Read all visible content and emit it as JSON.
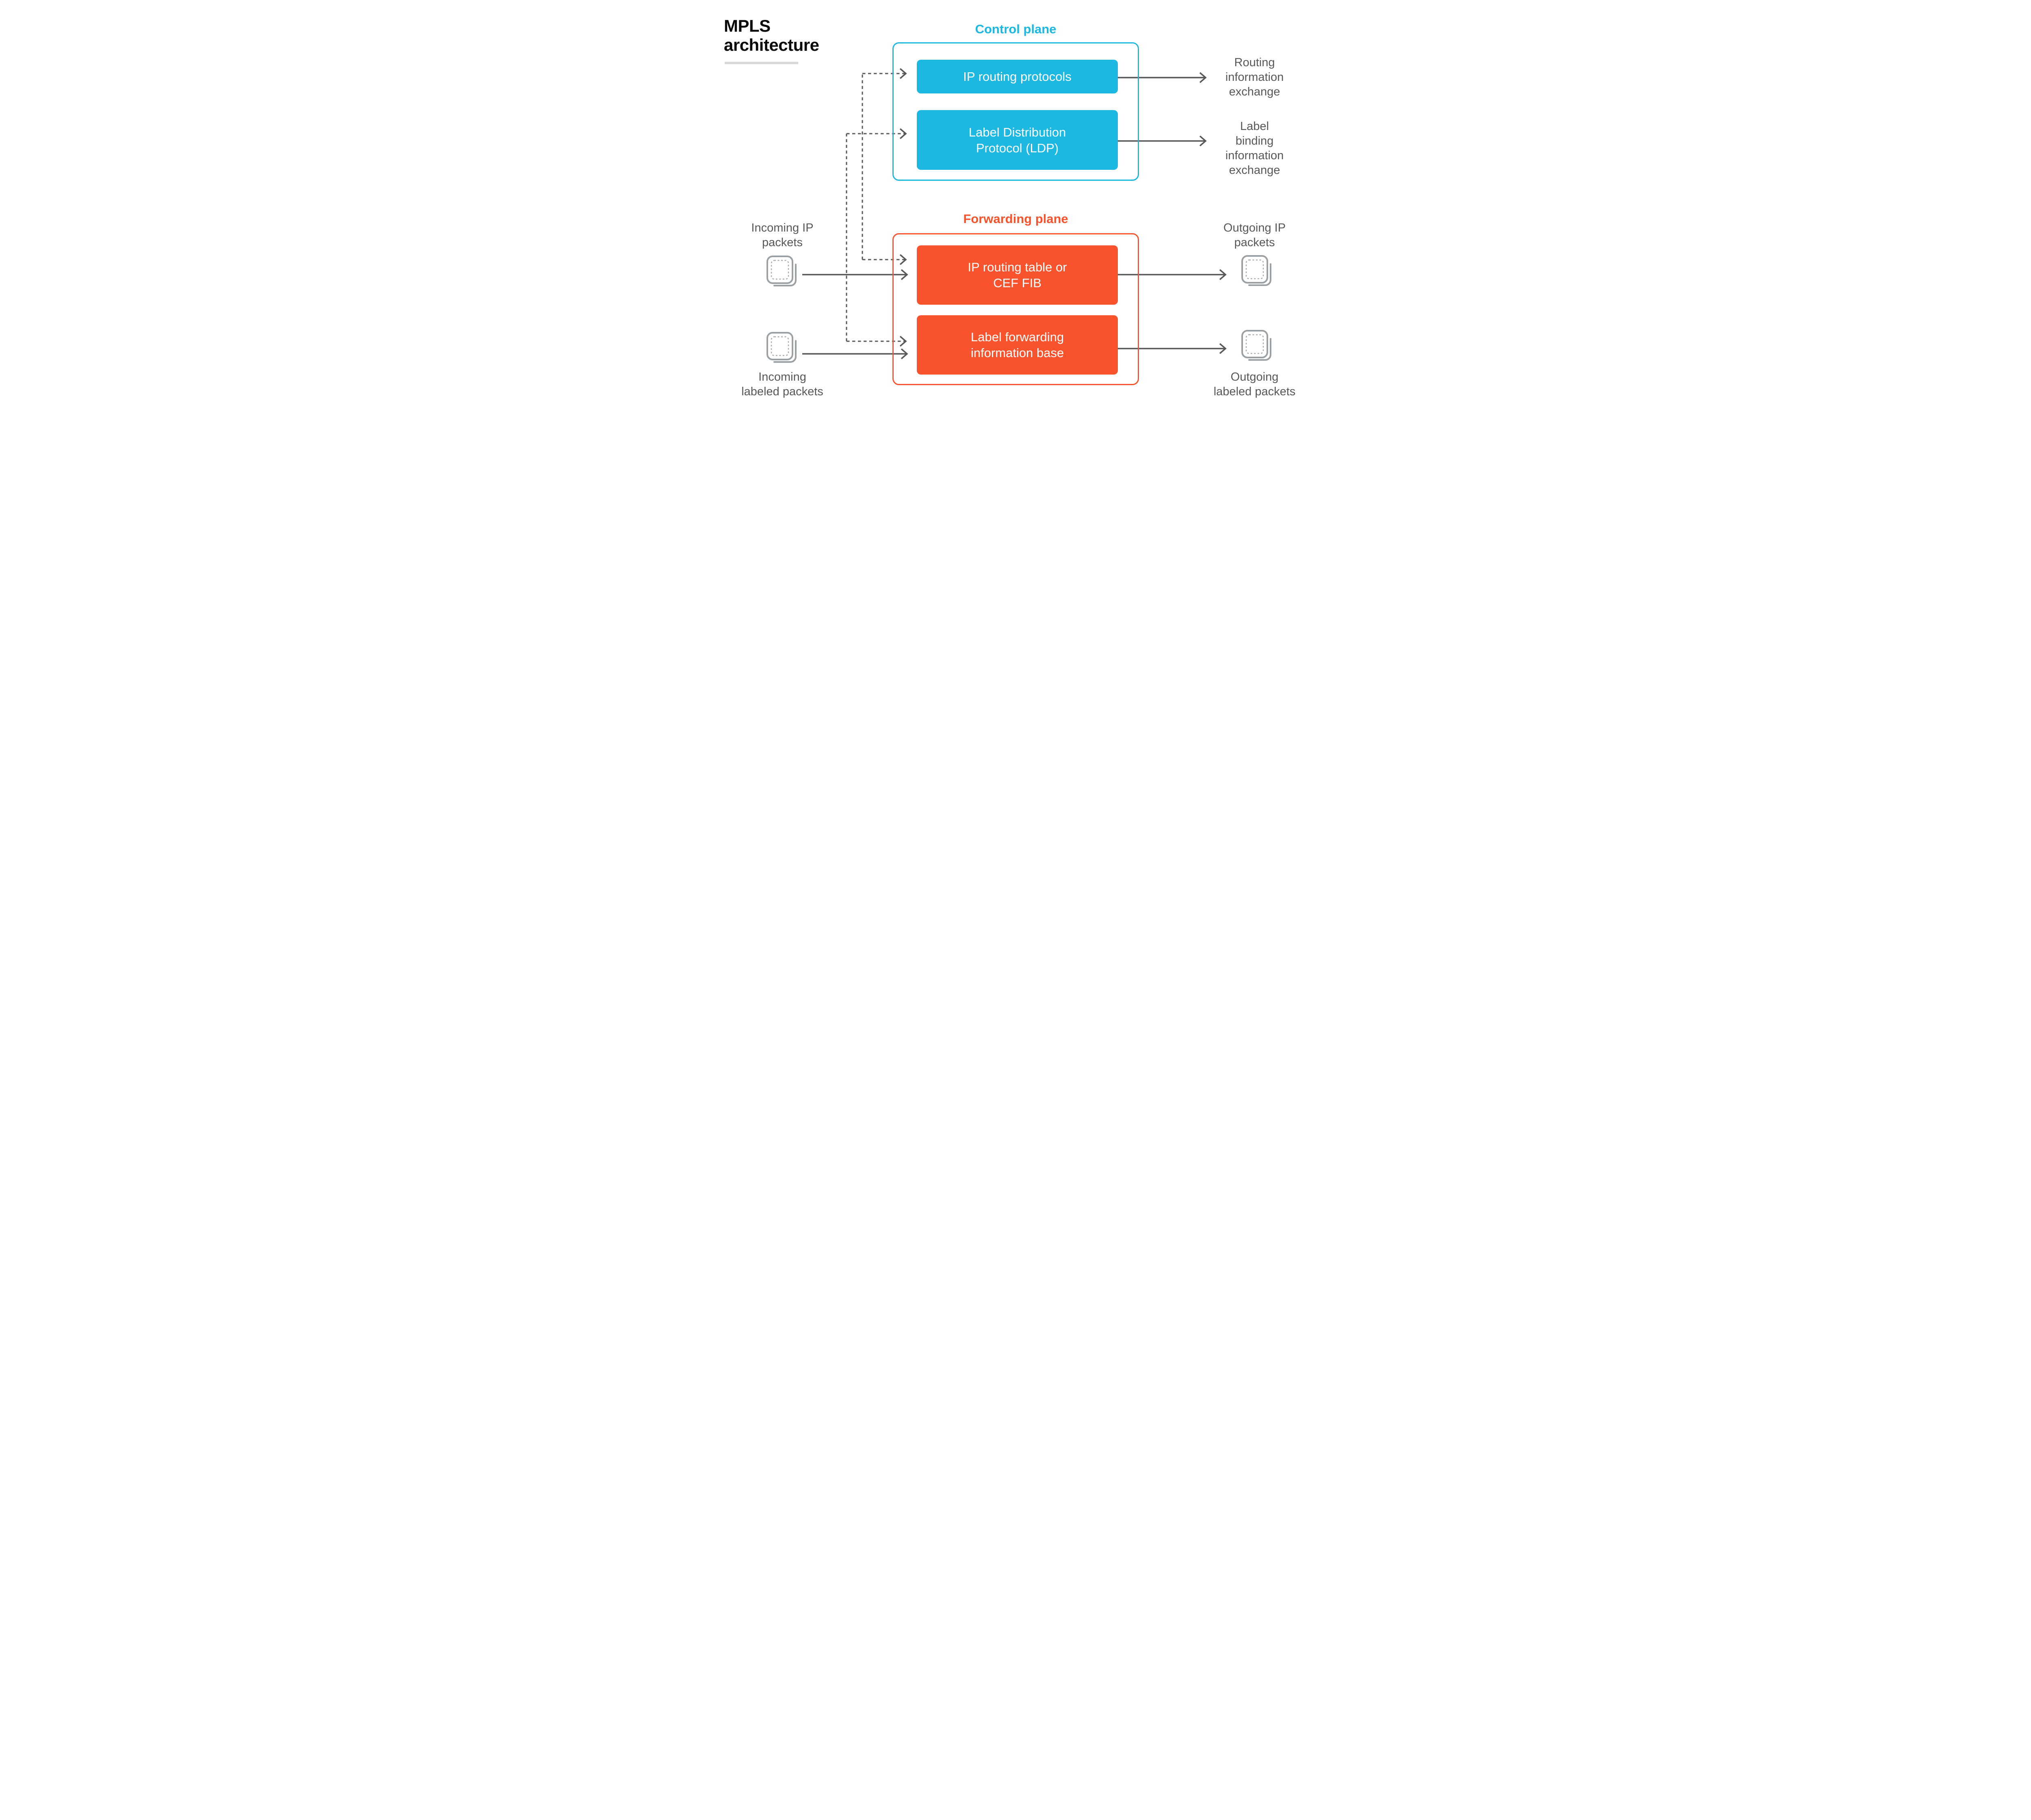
{
  "title": "MPLS\narchitecture",
  "theme": {
    "cyan": "#1cb8e1",
    "orange": "#f8532c",
    "gray_text": "#57585b",
    "icon_gray": "#9ba0a5",
    "underline_gray": "#d8d8d8",
    "title_black": "#0a0a0a",
    "white": "#ffffff"
  },
  "control_plane": {
    "heading": "Control plane",
    "boxes": [
      {
        "label": "IP routing protocols"
      },
      {
        "label": "Label Distribution\nProtocol (LDP)"
      }
    ]
  },
  "forwarding_plane": {
    "heading": "Forwarding plane",
    "boxes": [
      {
        "label": "IP routing table or\nCEF FIB"
      },
      {
        "label": "Label forwarding\ninformation base"
      }
    ]
  },
  "inputs": {
    "incoming_ip": "Incoming IP\npackets",
    "incoming_labeled": "Incoming\nlabeled packets"
  },
  "outputs": {
    "routing_info": "Routing\ninformation\nexchange",
    "label_binding": "Label\nbinding\ninformation\nexchange",
    "outgoing_ip": "Outgoing IP\npackets",
    "outgoing_labeled": "Outgoing\nlabeled packets"
  },
  "icons": {
    "incoming_ip": "packet-stack-icon",
    "incoming_labeled": "packet-stack-icon",
    "outgoing_ip": "packet-stack-icon",
    "outgoing_labeled": "packet-stack-icon"
  }
}
